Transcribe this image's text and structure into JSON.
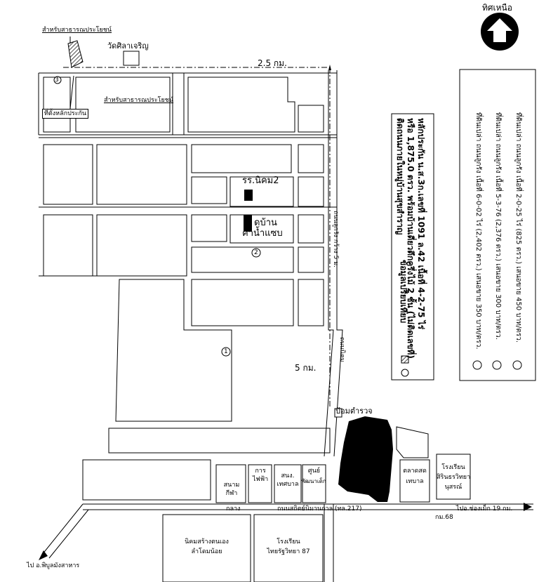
{
  "north": {
    "label": "ทิศเหนือ",
    "icon": "north-arrow-icon"
  },
  "top": {
    "temple": "วัดศิลาเจริญ",
    "public_area_top": "สำหรับสาธารณประโยชน์",
    "public_area_mid": "สำหรับสาธารณประโยชน์",
    "collateral_site": "ที่ตั้งหลักประกัน",
    "distance_top": "2.5 กม."
  },
  "markers": {
    "m1": "1",
    "m2": "2",
    "m3": "3"
  },
  "center": {
    "school": "รร.นิคม2",
    "village_line1": "ดบ้าน",
    "village_line2": "คำน้ำแซบ"
  },
  "roads": {
    "east_road_upper": "ถนนลูกรัง กว้าง 5 ม.",
    "east_road_lower": "ถนนนิคม",
    "distance_east": "5 กม.",
    "main_road": "ถนนสถิตย์นิมานกาล (ทล.217)",
    "klang": "กลาง",
    "km68": "กม.68",
    "to_chongmek": "ไปอ.ช่องเม็ก 19 กม.",
    "to_phibun": "ไป อ.พิบูลมังสาหาร"
  },
  "places": {
    "police": "ป้อมตำรวจ",
    "stadium": [
      "สนาม",
      "กีฬา"
    ],
    "electric": [
      "การ",
      "ไฟฟ้า"
    ],
    "municipal": [
      "สนง.",
      "เทศบาล"
    ],
    "dev_center": [
      "ศูนย์",
      "พัฒนาเด็ก"
    ],
    "market": [
      "ตลาดสด",
      "เทบาล"
    ],
    "school_east": [
      "โรงเรียน",
      "สิรินธรวิทยา",
      "นุสรณ์"
    ],
    "settlement": [
      "นิคมสร้างตนเอง",
      "ลำโดมน้อย"
    ],
    "school_south": [
      "โรงเรียน",
      "ไทยรัฐวิทยา 87"
    ]
  },
  "legend": {
    "collateral": [
      "หลักประกัน น.ส.3ก.เลขที่ 1091 ล.42 เนื้อที่ 4-2-75 ไร่",
      "หรือ 1,875.0 ตรว. พร้อมบ้านเดี่ยวตึกครึ่งไม้ 2 ชั้น (ไม่ติดเลขที่)",
      "ติดถนนภายในหมู่บ้านสุขสำราญ"
    ],
    "survey": "ข้อมูลเปรียบเทียบ",
    "c1": "ที่ดินเปล่า ถนนลูกรัง เนื้อที่ 6-0-02 ไร่ (2,402 ตรว.) เสนอขาย 350 บาท/ตรว.",
    "c2": "ที่ดินเปล่า ถนนลูกรัง เนื้อที่ 5-3-76 (2,376 ตรว.) เสนอขาย 300 บาท/ตรว.",
    "c3": "ที่ดินเปล่า ถนนลูกรัง เนื้อที่ 2-0-25 ไร่ (825 ตรว.) เสนอขาย 450 บาท/ตรว."
  }
}
